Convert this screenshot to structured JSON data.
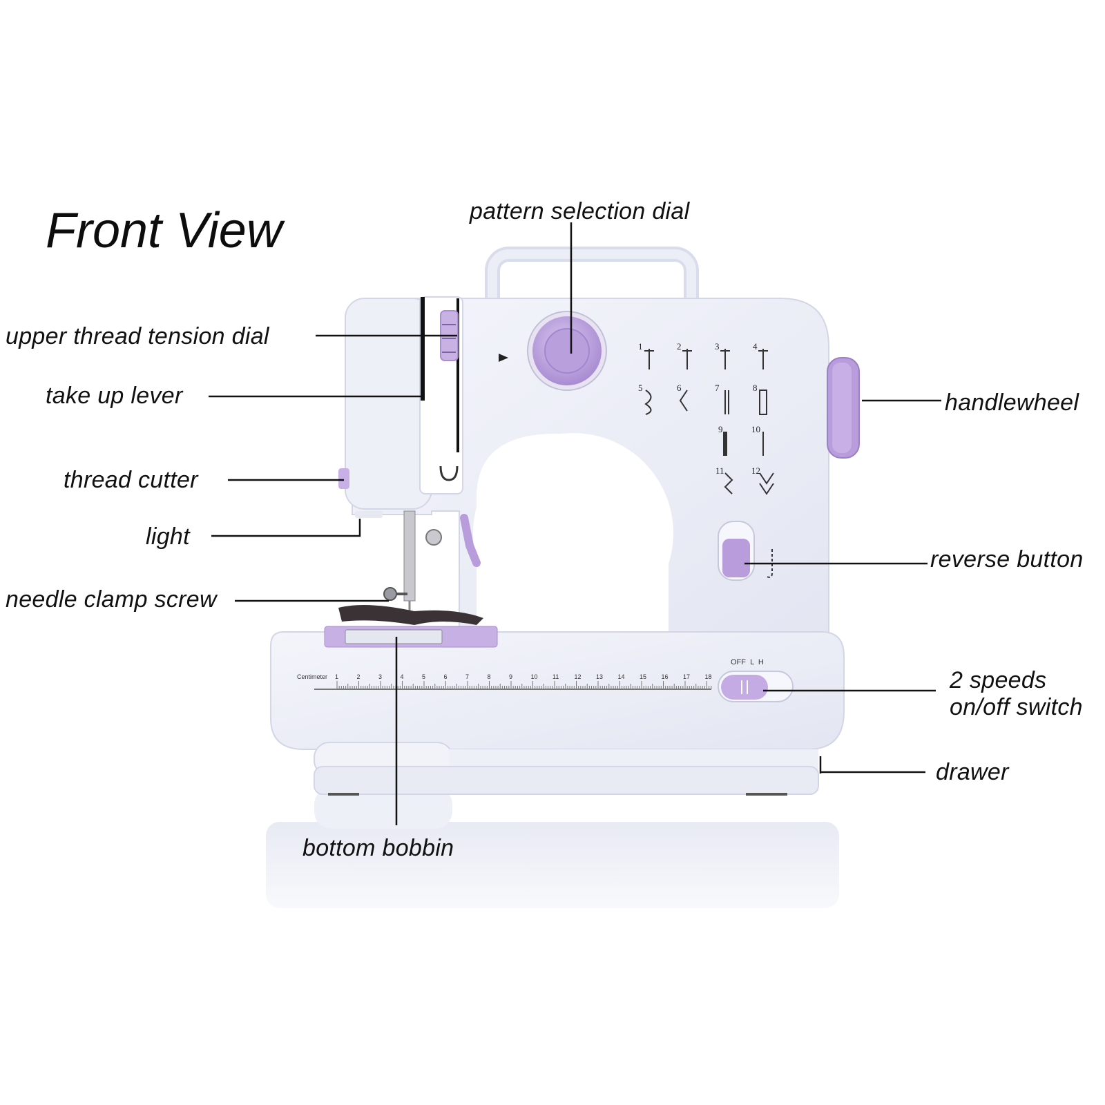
{
  "title": "Front View",
  "labels": {
    "pattern_selection_dial": "pattern selection dial",
    "upper_thread_tension_dial": "upper thread tension dial",
    "take_up_lever": "take up lever",
    "thread_cutter": "thread cutter",
    "light": "light",
    "needle_clamp_screw": "needle clamp screw",
    "handlewheel": "handlewheel",
    "reverse_button": "reverse button",
    "speed_switch_line1": "2 speeds",
    "speed_switch_line2": "on/off switch",
    "drawer": "drawer",
    "bottom_bobbin": "bottom bobbin"
  },
  "machine": {
    "stitch_numbers": [
      "1",
      "2",
      "3",
      "4",
      "5",
      "6",
      "7",
      "8",
      "9",
      "10",
      "11",
      "12"
    ],
    "switch_text": "OFF  L  H",
    "ruler_label": "Centimeter",
    "ruler_numbers": [
      "1",
      "2",
      "3",
      "4",
      "5",
      "6",
      "7",
      "8",
      "9",
      "10",
      "11",
      "12",
      "13",
      "14",
      "15",
      "16",
      "17",
      "18"
    ]
  },
  "colors": {
    "body": "#eef0f8",
    "accent": "#b49ad6",
    "accent_dark": "#9a80c4",
    "line": "#111111"
  }
}
